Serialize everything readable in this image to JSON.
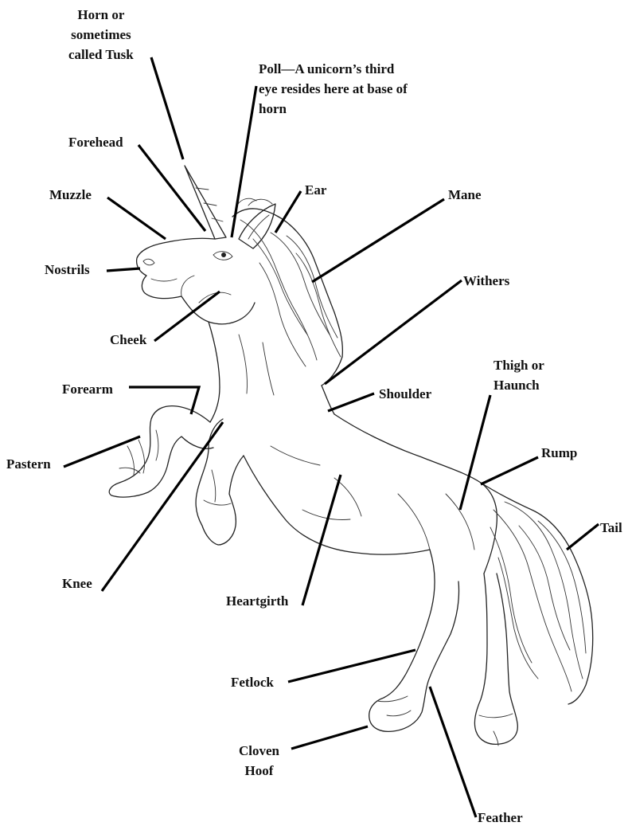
{
  "labels": {
    "horn": "Horn or\nsometimes\ncalled Tusk",
    "poll": "Poll—A unicorn’s third\neye resides here at base of\nhorn",
    "forehead": "Forehead",
    "muzzle": "Muzzle",
    "ear": "Ear",
    "mane": "Mane",
    "nostrils": "Nostrils",
    "withers": "Withers",
    "cheek": "Cheek",
    "thigh": "Thigh or\nHaunch",
    "forearm": "Forearm",
    "shoulder": "Shoulder",
    "pastern": "Pastern",
    "rump": "Rump",
    "tail": "Tail",
    "knee": "Knee",
    "heartgirth": "Heartgirth",
    "fetlock": "Fetlock",
    "cloven_hoof": "Cloven\nHoof",
    "feather": "Feather"
  },
  "colors": {
    "ink": "#222222",
    "leader": "#000000",
    "background": "#ffffff"
  }
}
